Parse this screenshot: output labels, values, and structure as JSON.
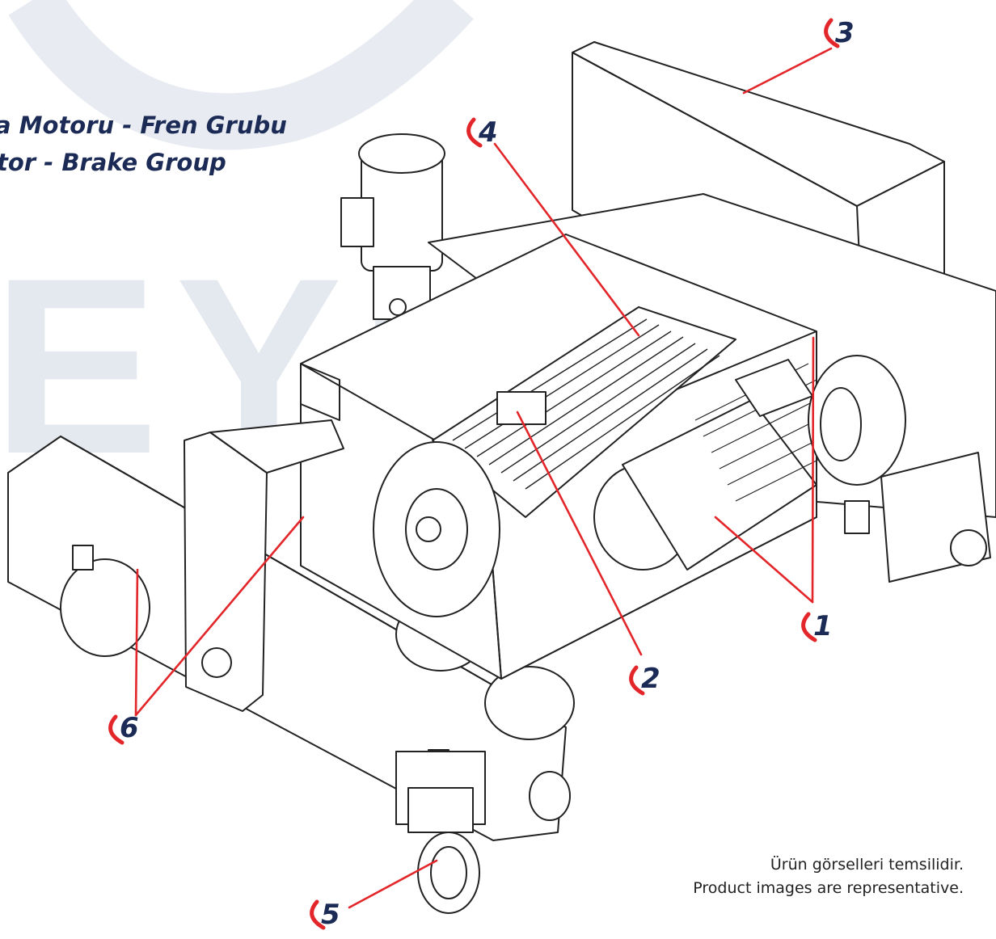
{
  "heading": {
    "title": "a Motoru - Fren Grubu",
    "subtitle": "tor - Brake Group"
  },
  "watermark": "EYKON",
  "callouts": [
    "1",
    "2",
    "3",
    "4",
    "5",
    "6"
  ],
  "note": {
    "tr": "Ürün görselleri temsilidir.",
    "en": "Product images are representative."
  },
  "colors": {
    "callout_line": "#e3262a",
    "callout_number": "#1b2b56",
    "callout_swoosh": "#e3262a",
    "heading": "#1b2b56",
    "watermark": "#e4e8ef",
    "drawing_stroke": "#222222"
  }
}
